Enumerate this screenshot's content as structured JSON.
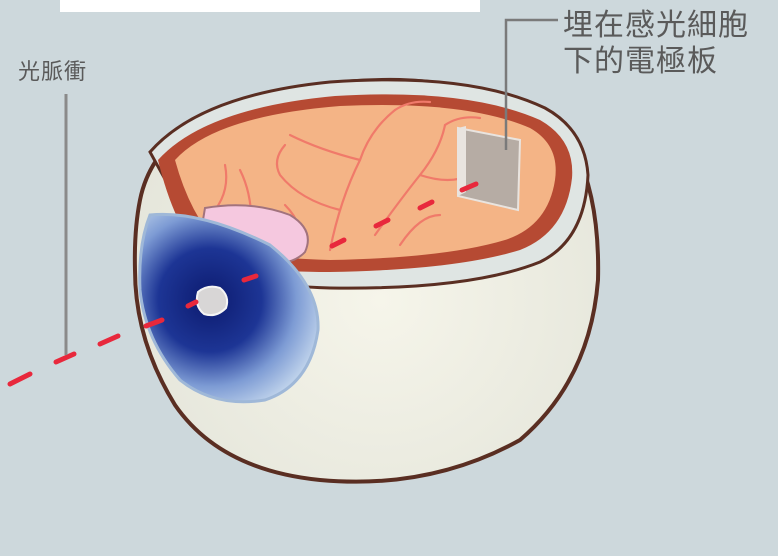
{
  "labels": {
    "light_pulse": "光脈衝",
    "electrode_line1": "埋在感光細胞",
    "electrode_line2": "下的電極板"
  },
  "colors": {
    "background": "#cdd8dc",
    "sclera": "#f1efe2",
    "retina": "#f4b486",
    "vessels": "#f07a6a",
    "iris": "#1a2f8f",
    "light_pulse": "#e8283c",
    "electrode": "#b6aca4"
  }
}
